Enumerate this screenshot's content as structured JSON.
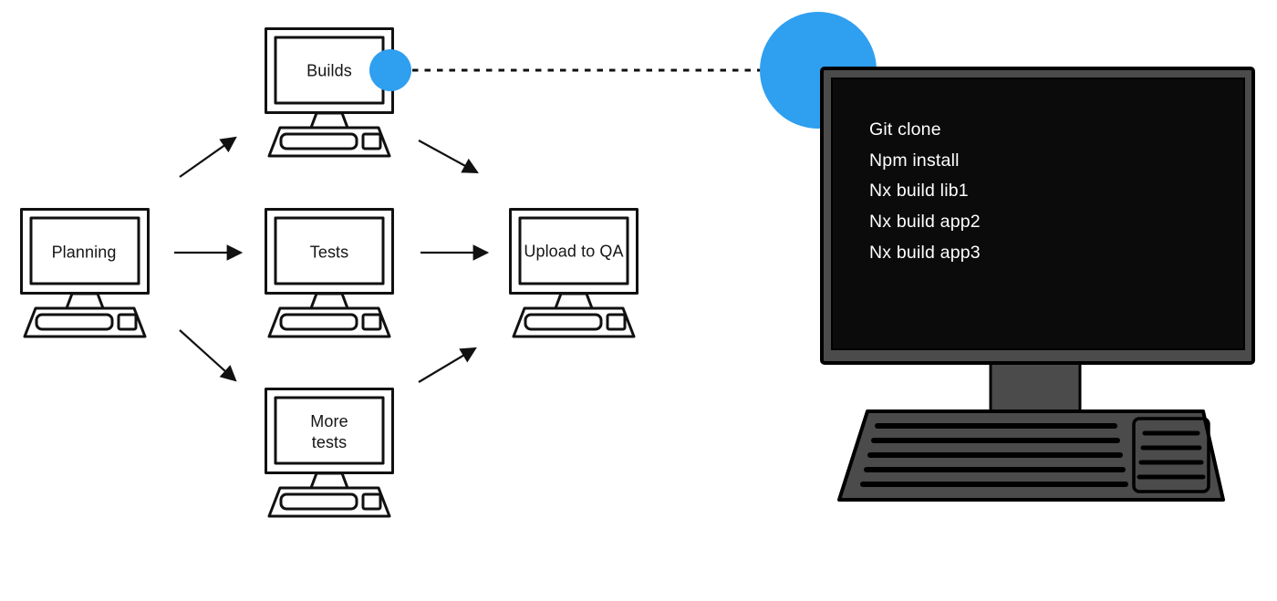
{
  "colors": {
    "accent_blue": "#2f9ff0",
    "device_gray": "#4b4b4b",
    "screen_black": "#0b0b0b",
    "stroke_black": "#111111",
    "background_white": "#ffffff",
    "terminal_text_white": "#ffffff"
  },
  "nodes": {
    "planning": "Planning",
    "builds": "Builds",
    "tests": "Tests",
    "more_tests": "More tests",
    "upload_qa": "Upload to QA"
  },
  "edges": [
    "planning-to-builds",
    "planning-to-tests",
    "planning-to-more-tests",
    "builds-to-upload-qa",
    "tests-to-upload-qa",
    "more-tests-to-upload-qa",
    "builds-to-terminal-dashed"
  ],
  "terminal": {
    "lines": [
      "Git clone",
      "Npm install",
      "Nx build lib1",
      "Nx build app2",
      "Nx build app3"
    ]
  }
}
